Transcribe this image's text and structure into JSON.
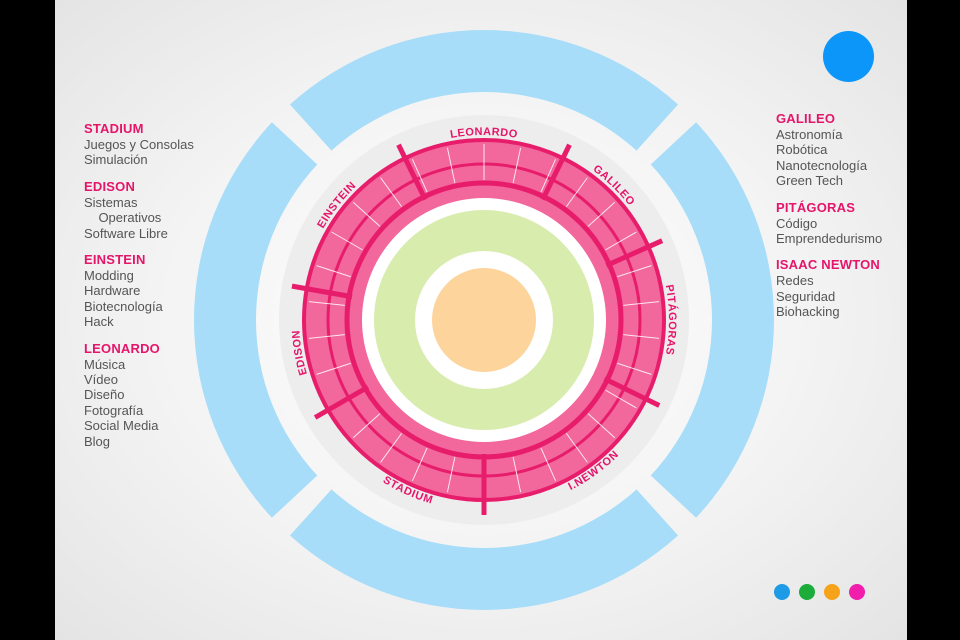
{
  "colors": {
    "outer_ring": "#a7ddf8",
    "pink_ring": "#f2679c",
    "pink_stroke": "#e71d6c",
    "label_ring": "#ededed",
    "green_ring": "#d8ecae",
    "core": "#fdd49b",
    "accent": "#e5156a"
  },
  "corner_dot_color": "#0c96fa",
  "pager_dots": [
    {
      "color": "#1e9be6"
    },
    {
      "color": "#1bac3a"
    },
    {
      "color": "#f7a21b"
    },
    {
      "color": "#f11dab"
    }
  ],
  "wheel": {
    "sections": [
      {
        "label": "LEONARDO",
        "label_angle": 0
      },
      {
        "label": "GALILEO",
        "label_angle": 44
      },
      {
        "label": "PITÁGORAS",
        "label_angle": 90
      },
      {
        "label": "I.NEWTON",
        "label_angle": 144
      },
      {
        "label": "STADIUM",
        "label_angle": 204
      },
      {
        "label": "EDISON",
        "label_angle": 260
      },
      {
        "label": "EINSTEIN",
        "label_angle": 308
      }
    ]
  },
  "legend_left": [
    {
      "title": "STADIUM",
      "items": [
        "Juegos y Consolas",
        "Simulación"
      ]
    },
    {
      "title": "EDISON",
      "items": [
        "Sistemas",
        "    Operativos",
        "Software Libre"
      ]
    },
    {
      "title": "EINSTEIN",
      "items": [
        "Modding",
        "Hardware",
        "Biotecnología",
        "Hack"
      ]
    },
    {
      "title": "LEONARDO",
      "items": [
        "Música",
        "Vídeo",
        "Diseño",
        "Fotografía",
        "Social Media",
        "Blog"
      ]
    }
  ],
  "legend_right": [
    {
      "title": "GALILEO",
      "items": [
        "Astronomía",
        "Robótica",
        "Nanotecnología",
        "Green Tech"
      ]
    },
    {
      "title": "PITÁGORAS",
      "items": [
        "Código",
        "Emprendedurismo"
      ]
    },
    {
      "title": "ISAAC NEWTON",
      "items": [
        "Redes",
        "Seguridad",
        "Biohacking"
      ]
    }
  ]
}
